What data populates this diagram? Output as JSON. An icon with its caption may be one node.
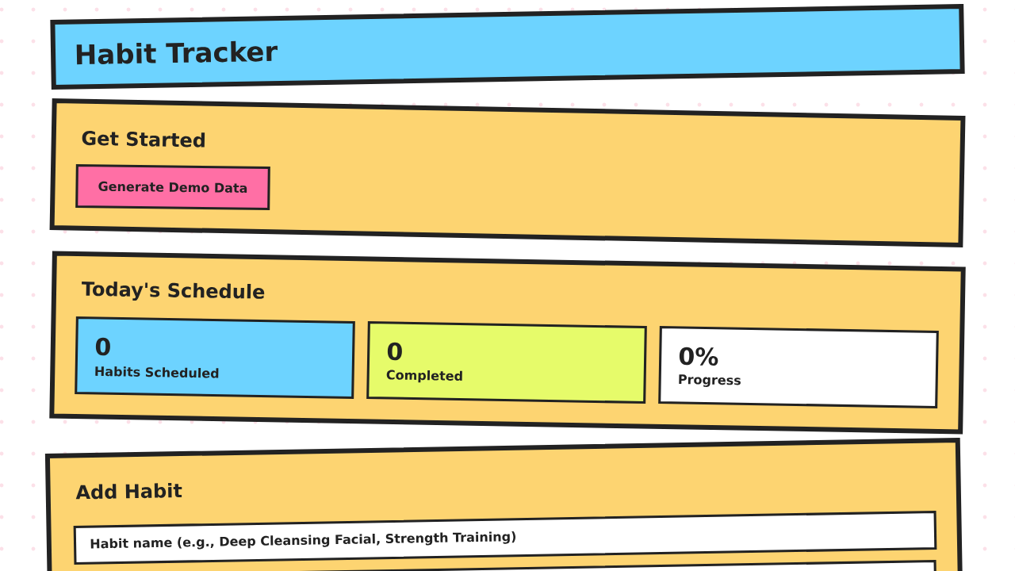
{
  "diagram": {
    "nodes": [
      {
        "text": [
          "Habit Tracker"
        ]
      },
      {
        "text": [
          "Get Started"
        ]
      },
      {
        "text": [
          "Generate Demo Data"
        ],
        "in": 1
      },
      {
        "text": [
          "Today's Schedule"
        ]
      },
      {
        "text": [
          "0",
          "Habits Scheduled"
        ],
        "in": 3
      },
      {
        "text": [
          "0",
          "Completed"
        ],
        "in": 3
      },
      {
        "text": [
          "0%",
          "Progress"
        ],
        "in": 3
      },
      {
        "text": [
          "Add Habit"
        ]
      },
      {
        "text": [
          "Habit name (e.g., Deep Cleansing Facial, Strength Training)"
        ],
        "in": 7
      },
      {
        "text": [],
        "shape": "box",
        "in": 7
      }
    ],
    "edges": []
  }
}
